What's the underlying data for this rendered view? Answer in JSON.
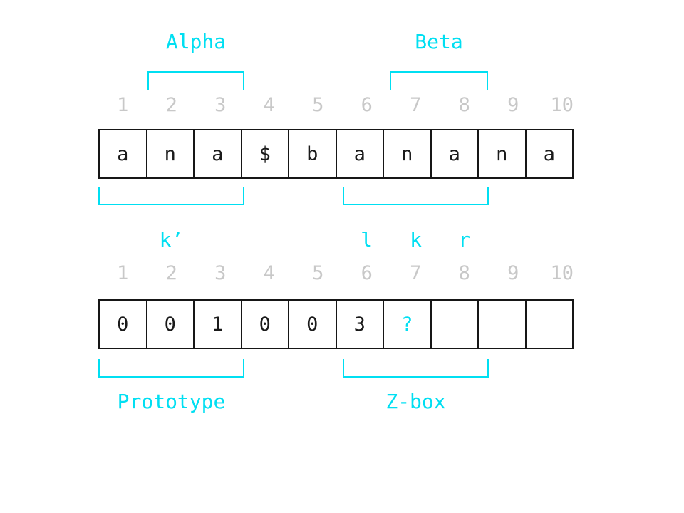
{
  "diagram": {
    "title_labels": {
      "alpha": "Alpha",
      "beta": "Beta"
    },
    "indices": [
      "1",
      "2",
      "3",
      "4",
      "5",
      "6",
      "7",
      "8",
      "9",
      "10"
    ],
    "string_cells": [
      "a",
      "n",
      "a",
      "$",
      "b",
      "a",
      "n",
      "a",
      "n",
      "a"
    ],
    "z_cells": [
      "0",
      "0",
      "1",
      "0",
      "0",
      "3",
      "?",
      "",
      "",
      ""
    ],
    "pointer_labels": {
      "k_prime": "k’",
      "l": "l",
      "k": "k",
      "r": "r"
    },
    "region_labels": {
      "prototype": "Prototype",
      "z_box": "Z-box"
    },
    "colors": {
      "accent": "#00dff2",
      "index_gray": "#c8c8c8",
      "cell_text": "#1a1a1a",
      "cell_border": "#161616",
      "background": "#ffffff"
    }
  }
}
